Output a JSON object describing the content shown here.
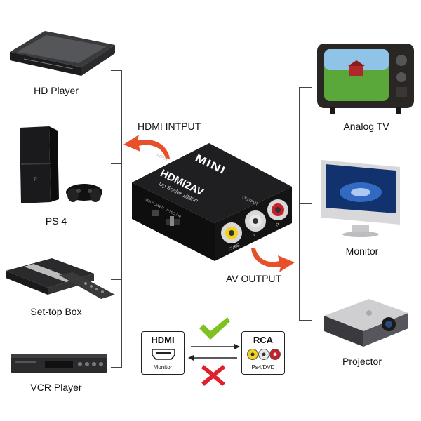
{
  "inputs": [
    {
      "id": "hd-player",
      "label": "HD Player"
    },
    {
      "id": "ps4",
      "label": "PS 4"
    },
    {
      "id": "set-top-box",
      "label": "Set-top Box"
    },
    {
      "id": "vcr-player",
      "label": "VCR Player"
    }
  ],
  "outputs": [
    {
      "id": "analog-tv",
      "label": "Analog TV"
    },
    {
      "id": "monitor",
      "label": "Monitor"
    },
    {
      "id": "projector",
      "label": "Projector"
    }
  ],
  "center": {
    "input_label": "HDMI INTPUT",
    "output_label": "AV OUTPUT",
    "device": {
      "brand": "MINI",
      "model": "HDMI2AV",
      "subtitle": "Up Scaler 1080P",
      "port_input": "INPUT",
      "port_output": "OUTPUT",
      "switch_label": "NTSC  PAL",
      "power_label": "USB POWER",
      "cvbs": "CVBS",
      "left": "L",
      "right": "R"
    }
  },
  "legend": {
    "hdmi_title": "HDMI",
    "hdmi_sub": "Monitor",
    "rca_title": "RCA",
    "rca_sub": "Ps4/DVD"
  },
  "colors": {
    "arrow_orange": "#e8502a",
    "check_green": "#7dc21e",
    "cross_red": "#e0202a",
    "rca_yellow": "#f2d21a",
    "rca_white": "#e8e8e8",
    "rca_red": "#c8202a",
    "line": "#444444"
  }
}
